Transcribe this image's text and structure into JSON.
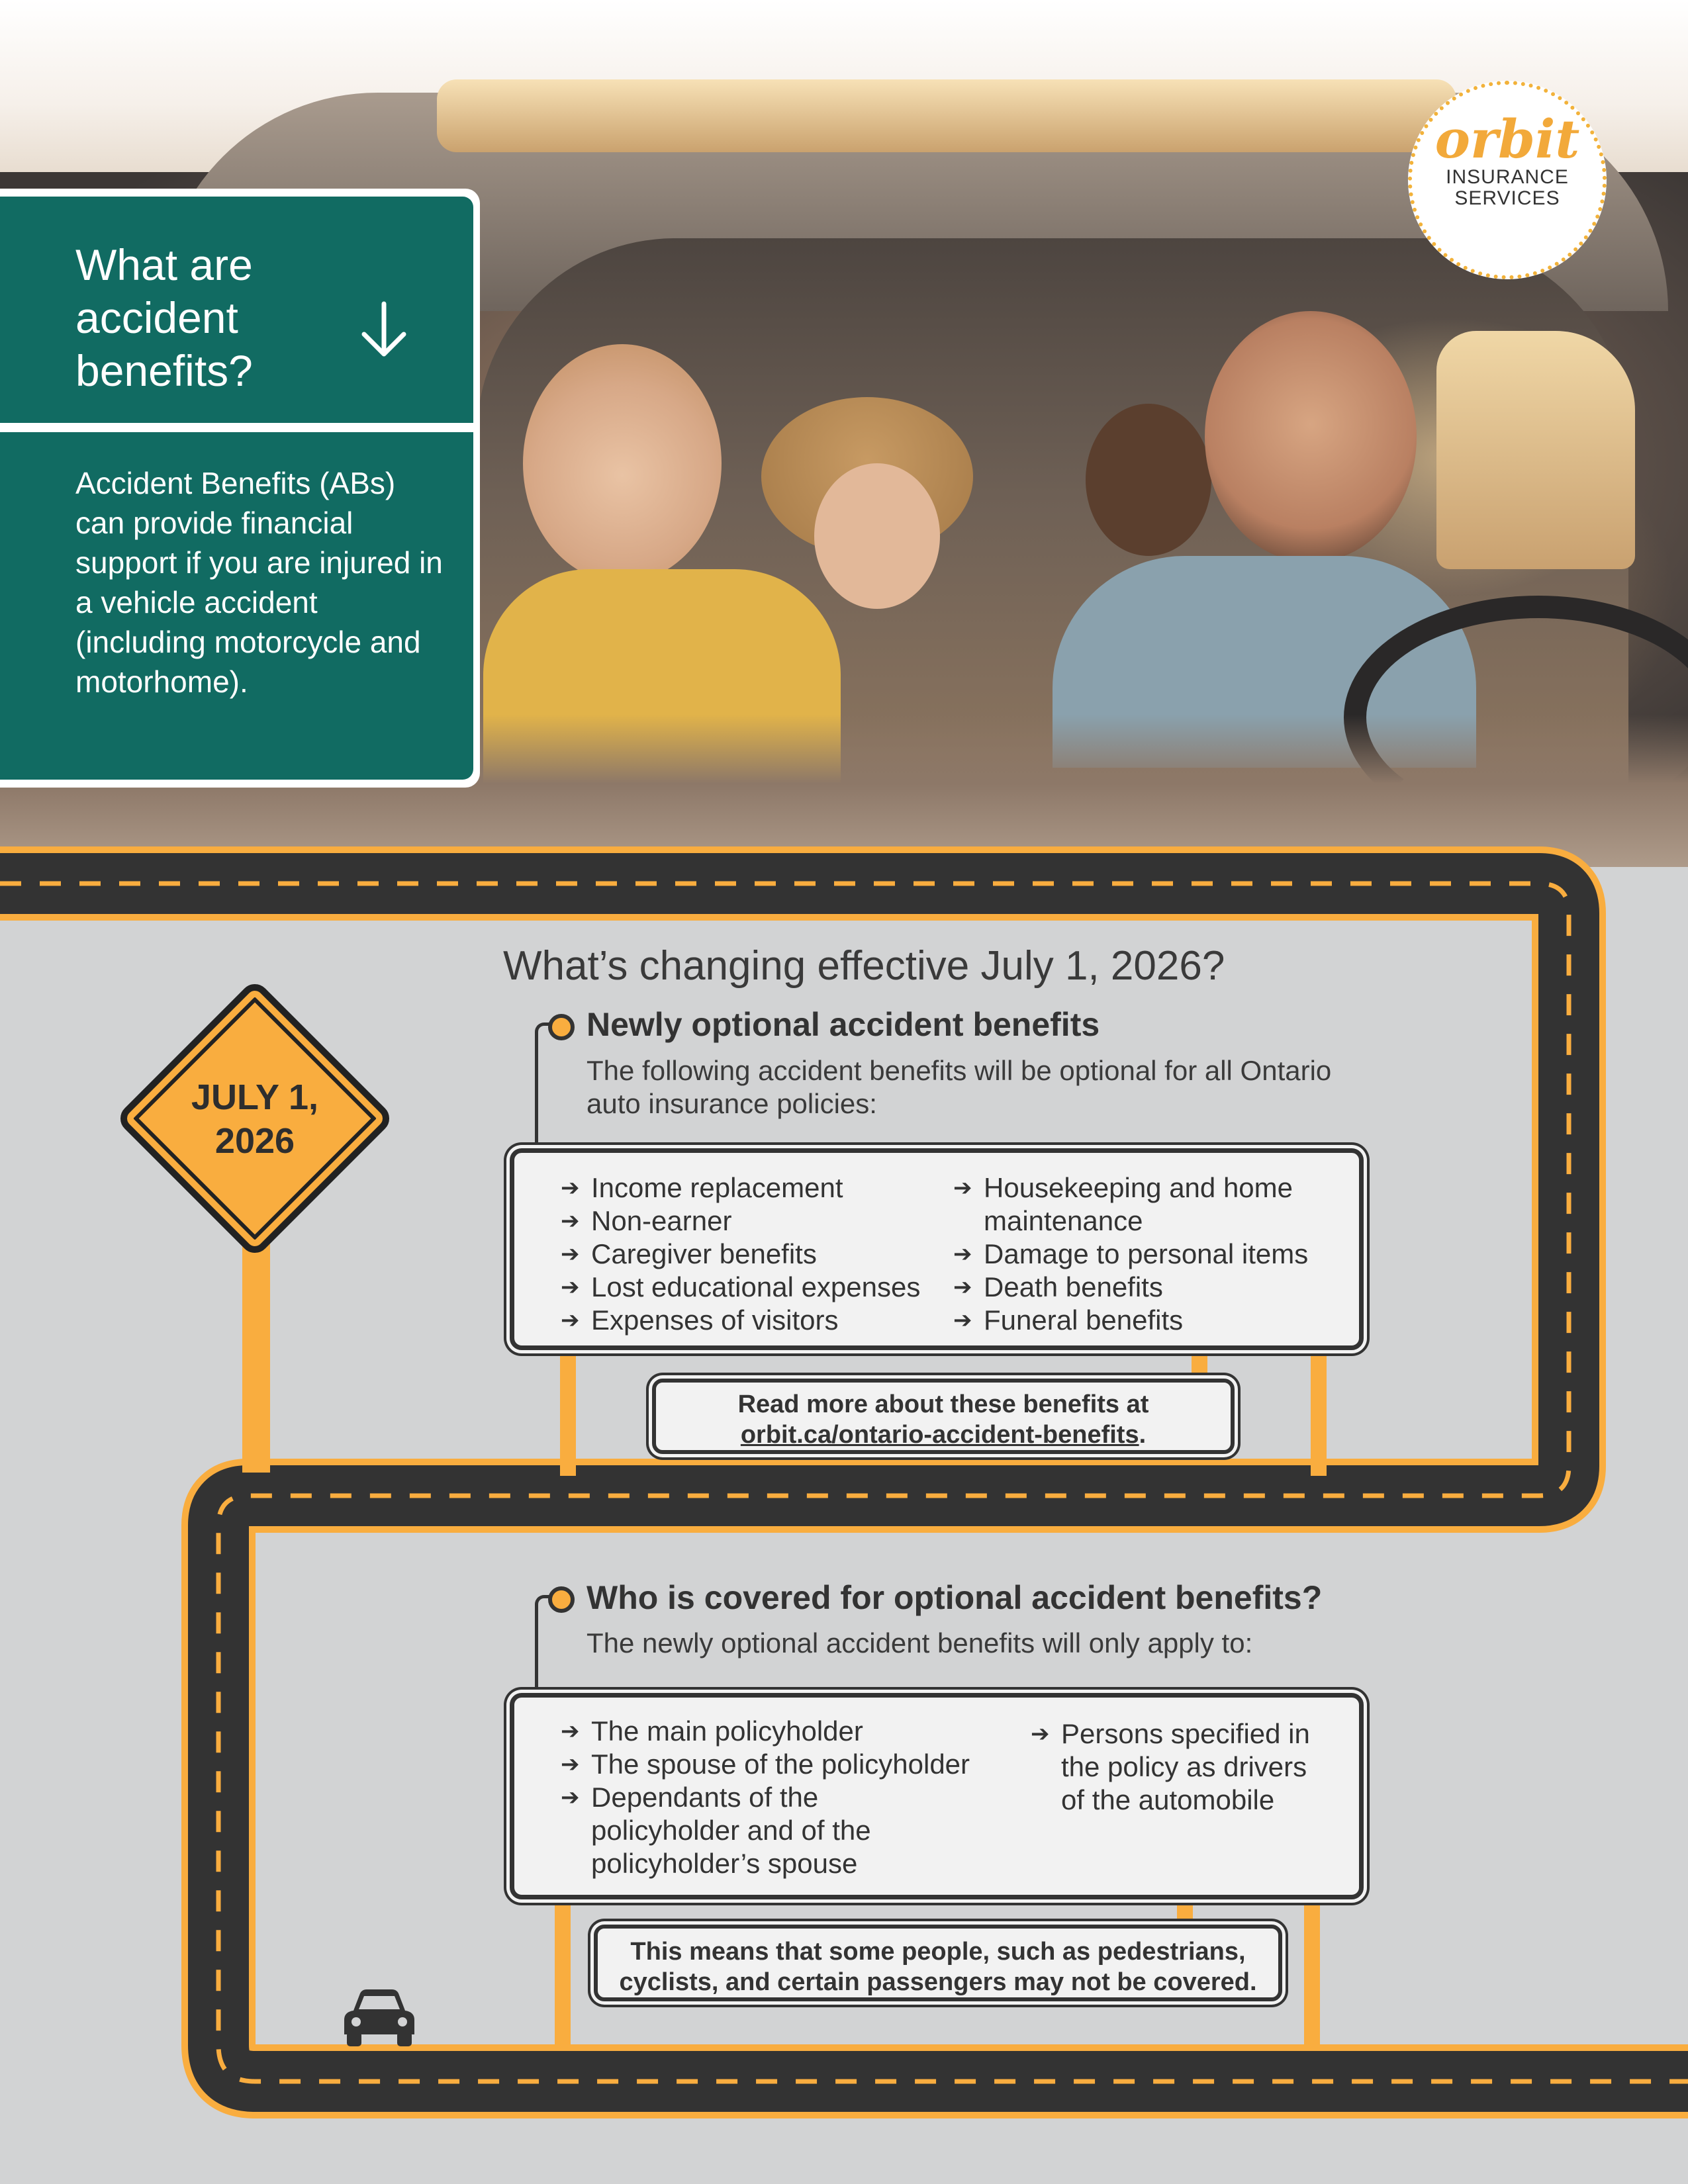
{
  "brand": {
    "logo_word": "orbit",
    "logo_line1": "INSURANCE",
    "logo_line2": "SERVICES",
    "colors": {
      "teal": "#116b62",
      "orange": "#f9ad3f",
      "road": "#333333",
      "background": "#d2d3d4"
    }
  },
  "intro": {
    "heading": "What are accident benefits?",
    "arrow_icon": "arrow-down-icon",
    "body": "Accident Benefits (ABs) can provide financial support if you are injured in a vehicle accident (including motorcycle and motorhome)."
  },
  "sign": {
    "line1": "JULY 1,",
    "line2": "2026"
  },
  "section_title": "What’s changing effective July 1, 2026?",
  "optional": {
    "title": "Newly optional accident benefits",
    "description": "The following accident benefits will be optional for all Ontario auto insurance policies:",
    "left": [
      "Income replacement",
      "Non-earner",
      "Caregiver benefits",
      "Lost educational expenses",
      "Expenses of visitors"
    ],
    "right": [
      "Housekeeping and home maintenance",
      "Damage to personal items",
      "Death benefits",
      "Funeral benefits"
    ],
    "note_line1": "Read more about these benefits at",
    "note_link": "orbit.ca/ontario-accident-benefits",
    "note_period": "."
  },
  "covered": {
    "title": "Who is covered for optional accident benefits?",
    "description": "The newly optional accident benefits will only apply to:",
    "left": [
      "The main policyholder",
      "The spouse of the policyholder",
      "Dependants of the policyholder and of the policyholder’s spouse"
    ],
    "right": [
      "Persons specified in the policy as drivers of the automobile"
    ],
    "note": "This means that some people, such as pedestrians, cyclists, and certain passengers may not be covered."
  },
  "icons": {
    "list_marker": "arrow-right-icon",
    "car": "car-icon"
  }
}
